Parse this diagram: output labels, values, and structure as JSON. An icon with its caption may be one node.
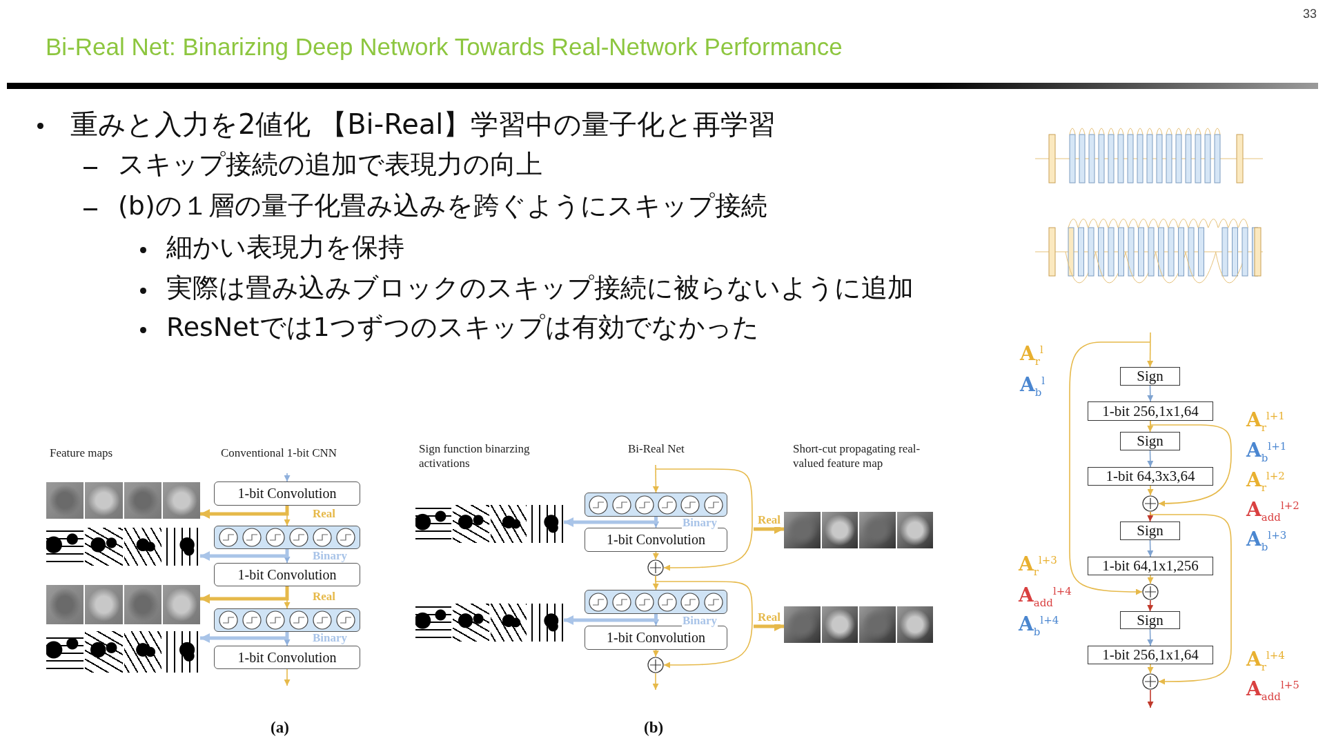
{
  "diagram": {
    "title": "Bi-Real Net: Binarizing Deep Network Towards Real-Network Performance",
    "nodes": [
      {
        "text": [],
        "shape": "picture"
      },
      {
        "text": [],
        "shape": "picture"
      },
      {
        "text": [],
        "shape": "picture"
      },
      {
        "text": [],
        "shape": "picture"
      },
      {
        "text": [
          "1-bit Convolution"
        ]
      },
      {
        "text": [],
        "shape": "bar"
      },
      {
        "text": [
          "1-bit Convolution"
        ]
      },
      {
        "text": [],
        "shape": "bar"
      },
      {
        "text": [
          "1-bit Convolution"
        ]
      },
      {
        "text": [],
        "shape": "picture"
      },
      {
        "text": [],
        "shape": "bar"
      },
      {
        "text": [
          "1-bit Convolution"
        ]
      },
      {
        "text": [],
        "shape": "circle"
      },
      {
        "text": [],
        "shape": "picture"
      },
      {
        "text": [],
        "shape": "picture"
      },
      {
        "text": [],
        "shape": "bar"
      },
      {
        "text": [
          "1-bit Convolution"
        ]
      },
      {
        "text": [],
        "shape": "circle"
      },
      {
        "text": [],
        "shape": "picture"
      },
      {
        "text": [
          "Sign"
        ]
      },
      {
        "text": [
          "1-bit 256,1x1,64"
        ]
      },
      {
        "text": [
          "Sign"
        ]
      },
      {
        "text": [
          "1-bit 64,3x3,64"
        ]
      },
      {
        "text": [],
        "shape": "circle"
      },
      {
        "text": [
          "Sign"
        ]
      },
      {
        "text": [
          "1-bit 64,1x1,256"
        ]
      },
      {
        "text": [],
        "shape": "circle"
      },
      {
        "text": [
          "Sign"
        ]
      },
      {
        "text": [
          "1-bit 256,1x1,64"
        ]
      },
      {
        "text": [],
        "shape": "circle"
      }
    ],
    "edges": [
      {
        "from": null,
        "to": 4,
        "arrow": "to",
        "color": "#8fb0dc"
      },
      {
        "from": 4,
        "to": 5,
        "arrow": "to"
      },
      {
        "from": 5,
        "to": 6,
        "arrow": "to",
        "color": "#8fb0dc"
      },
      {
        "from": 6,
        "to": 7,
        "arrow": "to"
      },
      {
        "from": 7,
        "to": 8,
        "arrow": "to",
        "color": "#8fb0dc"
      },
      {
        "from": 8,
        "to": null,
        "arrow": "to"
      },
      {
        "from": 4,
        "to": 0,
        "arrow": "to",
        "label": "Real",
        "style": "thick"
      },
      {
        "from": 5,
        "to": 1,
        "arrow": "to",
        "label": "Binary",
        "style": "thick",
        "color": "#a9c4e8"
      },
      {
        "from": 6,
        "to": 2,
        "arrow": "to",
        "label": "Real",
        "style": "thick"
      },
      {
        "from": 7,
        "to": 3,
        "arrow": "to",
        "label": "Binary",
        "style": "thick",
        "color": "#a9c4e8"
      },
      {
        "from": null,
        "to": 10,
        "arrow": "to"
      },
      {
        "from": 10,
        "to": 11,
        "arrow": "to",
        "color": "#8fb0dc"
      },
      {
        "from": 11,
        "to": 12,
        "arrow": "to"
      },
      {
        "from": 12,
        "to": 15,
        "arrow": "to"
      },
      {
        "from": 15,
        "to": 16,
        "arrow": "to",
        "color": "#8fb0dc"
      },
      {
        "from": 16,
        "to": 17,
        "arrow": "to"
      },
      {
        "from": 17,
        "to": null,
        "arrow": "to"
      },
      {
        "from": null,
        "to": 12,
        "arrow": "to"
      },
      {
        "from": null,
        "to": 13,
        "arrow": "to",
        "label": "Real",
        "style": "thick"
      },
      {
        "from": 10,
        "to": 9,
        "arrow": "to",
        "label": "Binary",
        "style": "thick",
        "color": "#a9c4e8"
      },
      {
        "from": 12,
        "to": 17,
        "arrow": "to"
      },
      {
        "from": null,
        "to": 18,
        "arrow": "to",
        "label": "Real",
        "style": "thick"
      },
      {
        "from": 15,
        "to": 14,
        "arrow": "to",
        "label": "Binary",
        "style": "thick",
        "color": "#a9c4e8"
      },
      {
        "from": null,
        "to": 19,
        "arrow": "to"
      },
      {
        "from": 19,
        "to": 20,
        "arrow": "to",
        "color": "#7fa3d0"
      },
      {
        "from": 20,
        "to": 21,
        "arrow": "to"
      },
      {
        "from": 21,
        "to": 22,
        "arrow": "to",
        "color": "#7fa3d0"
      },
      {
        "from": 22,
        "to": 23,
        "arrow": "to"
      },
      {
        "from": 23,
        "to": 24,
        "arrow": "to",
        "color": "#c0392b"
      },
      {
        "from": 24,
        "to": 25,
        "arrow": "to",
        "color": "#7fa3d0"
      },
      {
        "from": 25,
        "to": 26,
        "arrow": "to"
      },
      {
        "from": 26,
        "to": 27,
        "arrow": "to",
        "color": "#c0392b"
      },
      {
        "from": 27,
        "to": 28,
        "arrow": "to",
        "color": "#7fa3d0"
      },
      {
        "from": 28,
        "to": 29,
        "arrow": "to"
      },
      {
        "from": 29,
        "to": null,
        "arrow": "to",
        "color": "#c0392b"
      },
      {
        "from": null,
        "to": 26,
        "arrow": "to"
      },
      {
        "from": 20,
        "to": 23,
        "arrow": "to"
      },
      {
        "from": 23,
        "to": 29,
        "arrow": "to"
      }
    ],
    "labels": [
      "33",
      "重みと入力を2値化 【Bi-Real】学習中の量子化と再学習",
      "スキップ接続の追加で表現力の向上",
      "(b)の１層の量子化畳み込みを跨ぐようにスキップ接続",
      "細かい表現力を保持",
      "実際は畳み込みブロックのスキップ接続に被らないように追加",
      "ResNetでは1つずつのスキップは有効でなかった",
      "Feature maps",
      "Conventional 1-bit CNN",
      "(a)",
      "Sign function binarzing activations",
      "Bi-Real Net",
      "Short-cut propagating real-valued feature map",
      "(b)",
      "A$_{r}$$^{l}$",
      "A$_{b}$$^{l}$",
      "A$_{r}$$^{l+1}$",
      "A$_{b}$$^{l+1}$",
      "A$_{r}$$^{l+2}$",
      "A$_{add}$$^{l+2}$",
      "A$_{b}$$^{l+3}$",
      "A$_{r}$$^{l+3}$",
      "A$_{add}$$^{l+4}$",
      "A$_{b}$$^{l+4}$",
      "A$_{r}$$^{l+4}$",
      "A$_{add}$$^{l+5}$"
    ]
  }
}
